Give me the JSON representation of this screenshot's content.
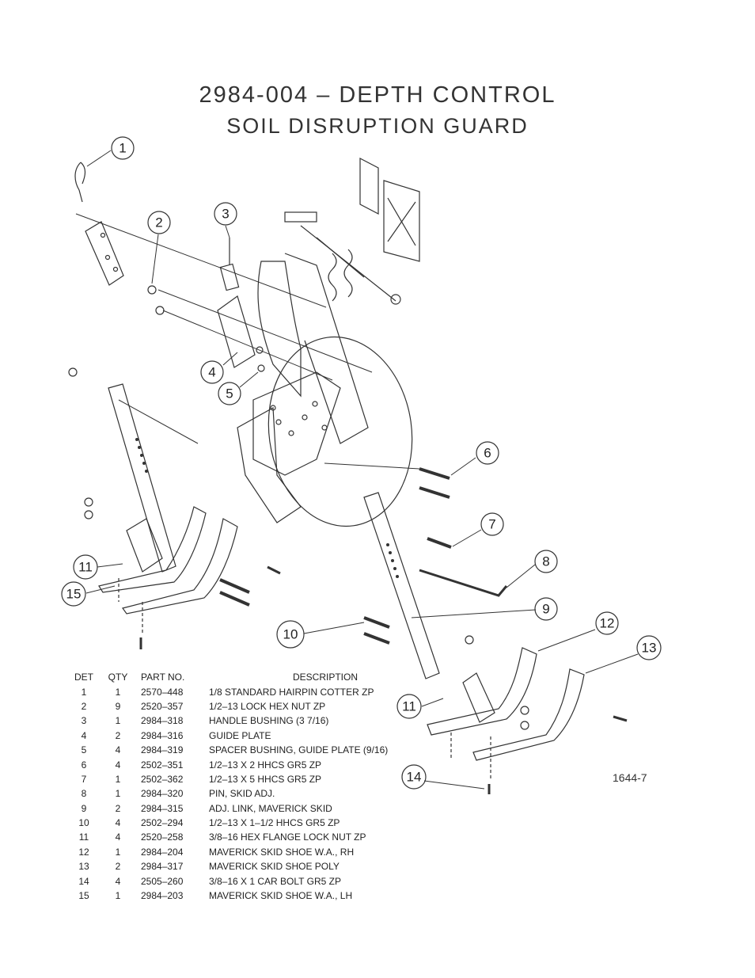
{
  "title_line1": "2984-004 – DEPTH CONTROL",
  "title_line2": "SOIL DISRUPTION GUARD",
  "figure_ref": "1644-7",
  "callouts": [
    "1",
    "2",
    "3",
    "4",
    "5",
    "6",
    "7",
    "8",
    "9",
    "10",
    "11",
    "12",
    "13",
    "14",
    "15",
    "11"
  ],
  "table": {
    "headers": {
      "det": "DET",
      "qty": "QTY",
      "part": "PART NO.",
      "desc": "DESCRIPTION"
    },
    "rows": [
      {
        "det": "1",
        "qty": "1",
        "part": "2570–448",
        "desc": "1/8 STANDARD HAIRPIN COTTER ZP"
      },
      {
        "det": "2",
        "qty": "9",
        "part": "2520–357",
        "desc": "1/2–13 LOCK HEX NUT ZP"
      },
      {
        "det": "3",
        "qty": "1",
        "part": "2984–318",
        "desc": "HANDLE BUSHING (3 7/16)"
      },
      {
        "det": "4",
        "qty": "2",
        "part": "2984–316",
        "desc": "GUIDE PLATE"
      },
      {
        "det": "5",
        "qty": "4",
        "part": "2984–319",
        "desc": "SPACER BUSHING, GUIDE PLATE (9/16)"
      },
      {
        "det": "6",
        "qty": "4",
        "part": "2502–351",
        "desc": "1/2–13 X 2 HHCS GR5 ZP"
      },
      {
        "det": "7",
        "qty": "1",
        "part": "2502–362",
        "desc": "1/2–13 X 5 HHCS GR5 ZP"
      },
      {
        "det": "8",
        "qty": "1",
        "part": "2984–320",
        "desc": "PIN, SKID ADJ."
      },
      {
        "det": "9",
        "qty": "2",
        "part": "2984–315",
        "desc": "ADJ. LINK, MAVERICK SKID"
      },
      {
        "det": "10",
        "qty": "4",
        "part": "2502–294",
        "desc": "1/2–13 X 1–1/2 HHCS GR5 ZP"
      },
      {
        "det": "11",
        "qty": "4",
        "part": "2520–258",
        "desc": "3/8–16 HEX FLANGE LOCK NUT ZP"
      },
      {
        "det": "12",
        "qty": "1",
        "part": "2984–204",
        "desc": "MAVERICK SKID SHOE W.A., RH"
      },
      {
        "det": "13",
        "qty": "2",
        "part": "2984–317",
        "desc": "MAVERICK SKID SHOE POLY"
      },
      {
        "det": "14",
        "qty": "4",
        "part": "2505–260",
        "desc": "3/8–16 X 1 CAR BOLT GR5 ZP"
      },
      {
        "det": "15",
        "qty": "1",
        "part": "2984–203",
        "desc": "MAVERICK SKID SHOE W.A., LH"
      }
    ]
  }
}
